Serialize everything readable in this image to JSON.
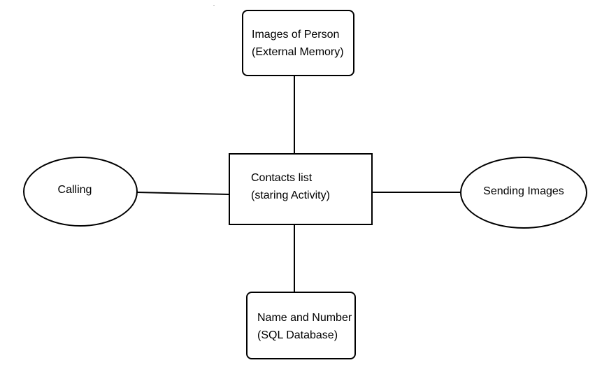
{
  "diagram": {
    "nodes": {
      "images_of_person": {
        "line1": "Images of Person",
        "line2": "(External Memory)"
      },
      "contacts_list": {
        "line1": "Contacts list",
        "line2": "(staring Activity)"
      },
      "name_and_number": {
        "line1": "Name and Number",
        "line2": "(SQL Database)"
      },
      "calling": {
        "label": "Calling"
      },
      "sending_images": {
        "label": "Sending Images"
      }
    },
    "edges": [
      {
        "from": "contacts_list",
        "to": "images_of_person"
      },
      {
        "from": "contacts_list",
        "to": "name_and_number"
      },
      {
        "from": "contacts_list",
        "to": "calling"
      },
      {
        "from": "contacts_list",
        "to": "sending_images"
      }
    ],
    "colors": {
      "stroke": "#000000",
      "background": "#ffffff"
    }
  }
}
